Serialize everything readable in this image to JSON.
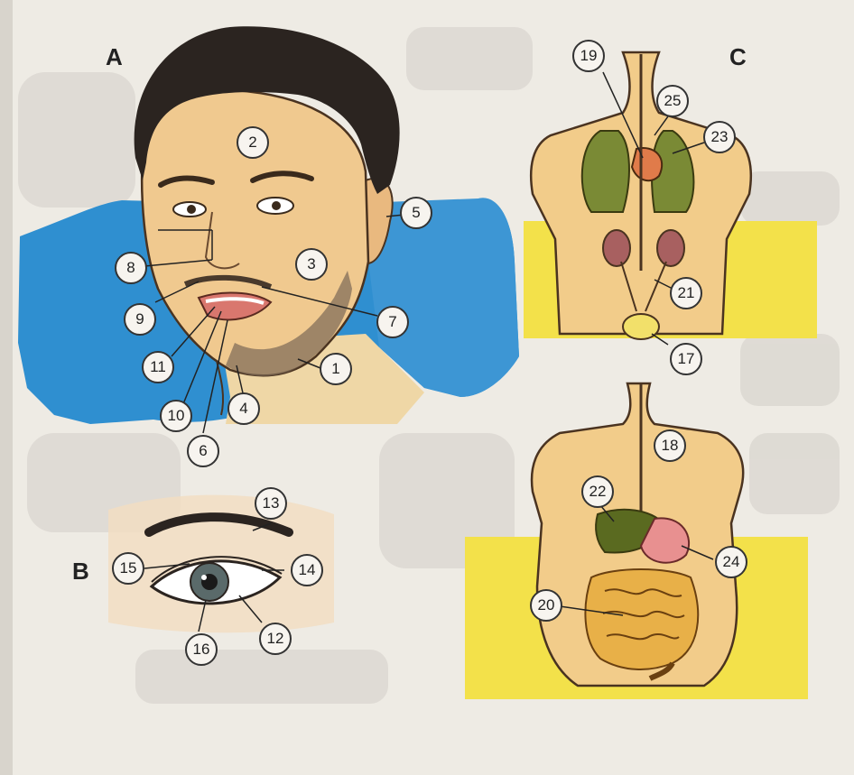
{
  "panels": [
    {
      "id": "A",
      "label": "A"
    },
    {
      "id": "B",
      "label": "B"
    },
    {
      "id": "C",
      "label": "C"
    }
  ],
  "callouts": [
    "1",
    "2",
    "3",
    "4",
    "5",
    "6",
    "7",
    "8",
    "9",
    "10",
    "11",
    "12",
    "13",
    "14",
    "15",
    "16",
    "17",
    "18",
    "19",
    "20",
    "21",
    "22",
    "23",
    "24",
    "25"
  ],
  "colors": {
    "skin": "#f0c98f",
    "hair": "#2b2420",
    "background_blue": "#2f8fd0",
    "background_yellow": "#f3e14a",
    "torso": "#f2cc8a",
    "lung": "#7a8a35",
    "stomach": "#e89090",
    "liver": "#5a6a20",
    "intestine": "#e8b048",
    "outline": "#4a3320"
  },
  "icons": [
    "face-illustration",
    "eye-illustration",
    "thorax-organs-illustration",
    "abdomen-organs-illustration"
  ]
}
